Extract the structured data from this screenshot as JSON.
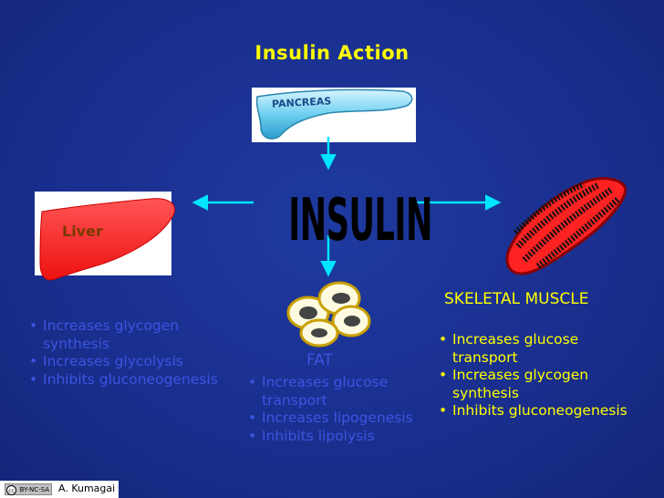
{
  "title": "Insulin Action",
  "pancreas_label": "PANCREAS",
  "hormone": "INSULIN",
  "liver": {
    "label": "Liver",
    "effects": [
      "Increases glycogen synthesis",
      "Increases glycolysis",
      "Inhibits gluconeogenesis"
    ]
  },
  "fat": {
    "label": "FAT",
    "effects": [
      "Increases glucose transport",
      "Increases lipogenesis",
      "Inhibits lipolysis"
    ]
  },
  "muscle": {
    "label": "SKELETAL MUSCLE",
    "effects": [
      "Increases glucose transport",
      "Increases glycogen synthesis",
      "Inhibits gluconeogenesis"
    ]
  },
  "footer": {
    "license": "BY-NC-SA",
    "author": "A. Kumagai"
  },
  "colors": {
    "background": "#1a2f8f",
    "title": "#ffff00",
    "arrow": "#00ffff",
    "liver": "#ff3333",
    "pancreas": "#66ccee"
  }
}
